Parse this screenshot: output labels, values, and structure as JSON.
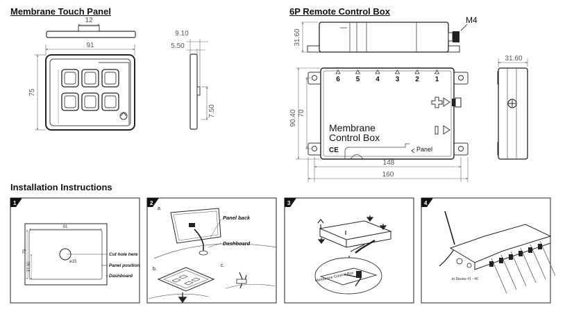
{
  "titles": {
    "touch_panel": "Membrane Touch Panel",
    "control_box": "6P Remote Control Box",
    "installation": "Installation Instructions"
  },
  "touch_panel": {
    "dim_top": "12",
    "dim_width": "91",
    "dim_height": "75",
    "side_dim_1": "9.10",
    "side_dim_2": "5.50",
    "side_dim_3": "7.50"
  },
  "control_box": {
    "connector_label": "M4",
    "dim_top_height": "31.60",
    "dim_side_height": "31.60",
    "dim_outer_height": "90.40",
    "dim_inner_height": "70",
    "dim_inner_width": "148",
    "dim_outer_width": "160",
    "port_labels": [
      "6",
      "5",
      "4",
      "3",
      "2",
      "1"
    ],
    "box_label_line1": "Membrane",
    "box_label_line2": "Control Box",
    "ce_mark": "CE",
    "panel_label": "Panel"
  },
  "steps": [
    {
      "number": "1",
      "dim_width": "91",
      "dim_height": "75",
      "dim_offset": "37.50",
      "hole_label": "⌀15",
      "callouts": [
        "Cut hole here",
        "Panel position",
        "Dashboard"
      ]
    },
    {
      "number": "2",
      "sub_a": "a.",
      "sub_b": "b.",
      "sub_c": "c.",
      "callouts": [
        "Panel back",
        "Dashboard"
      ]
    },
    {
      "number": "3",
      "box_label": "Membrane Control Box"
    },
    {
      "number": "4",
      "device_label": "to Device #1 - #6"
    }
  ]
}
